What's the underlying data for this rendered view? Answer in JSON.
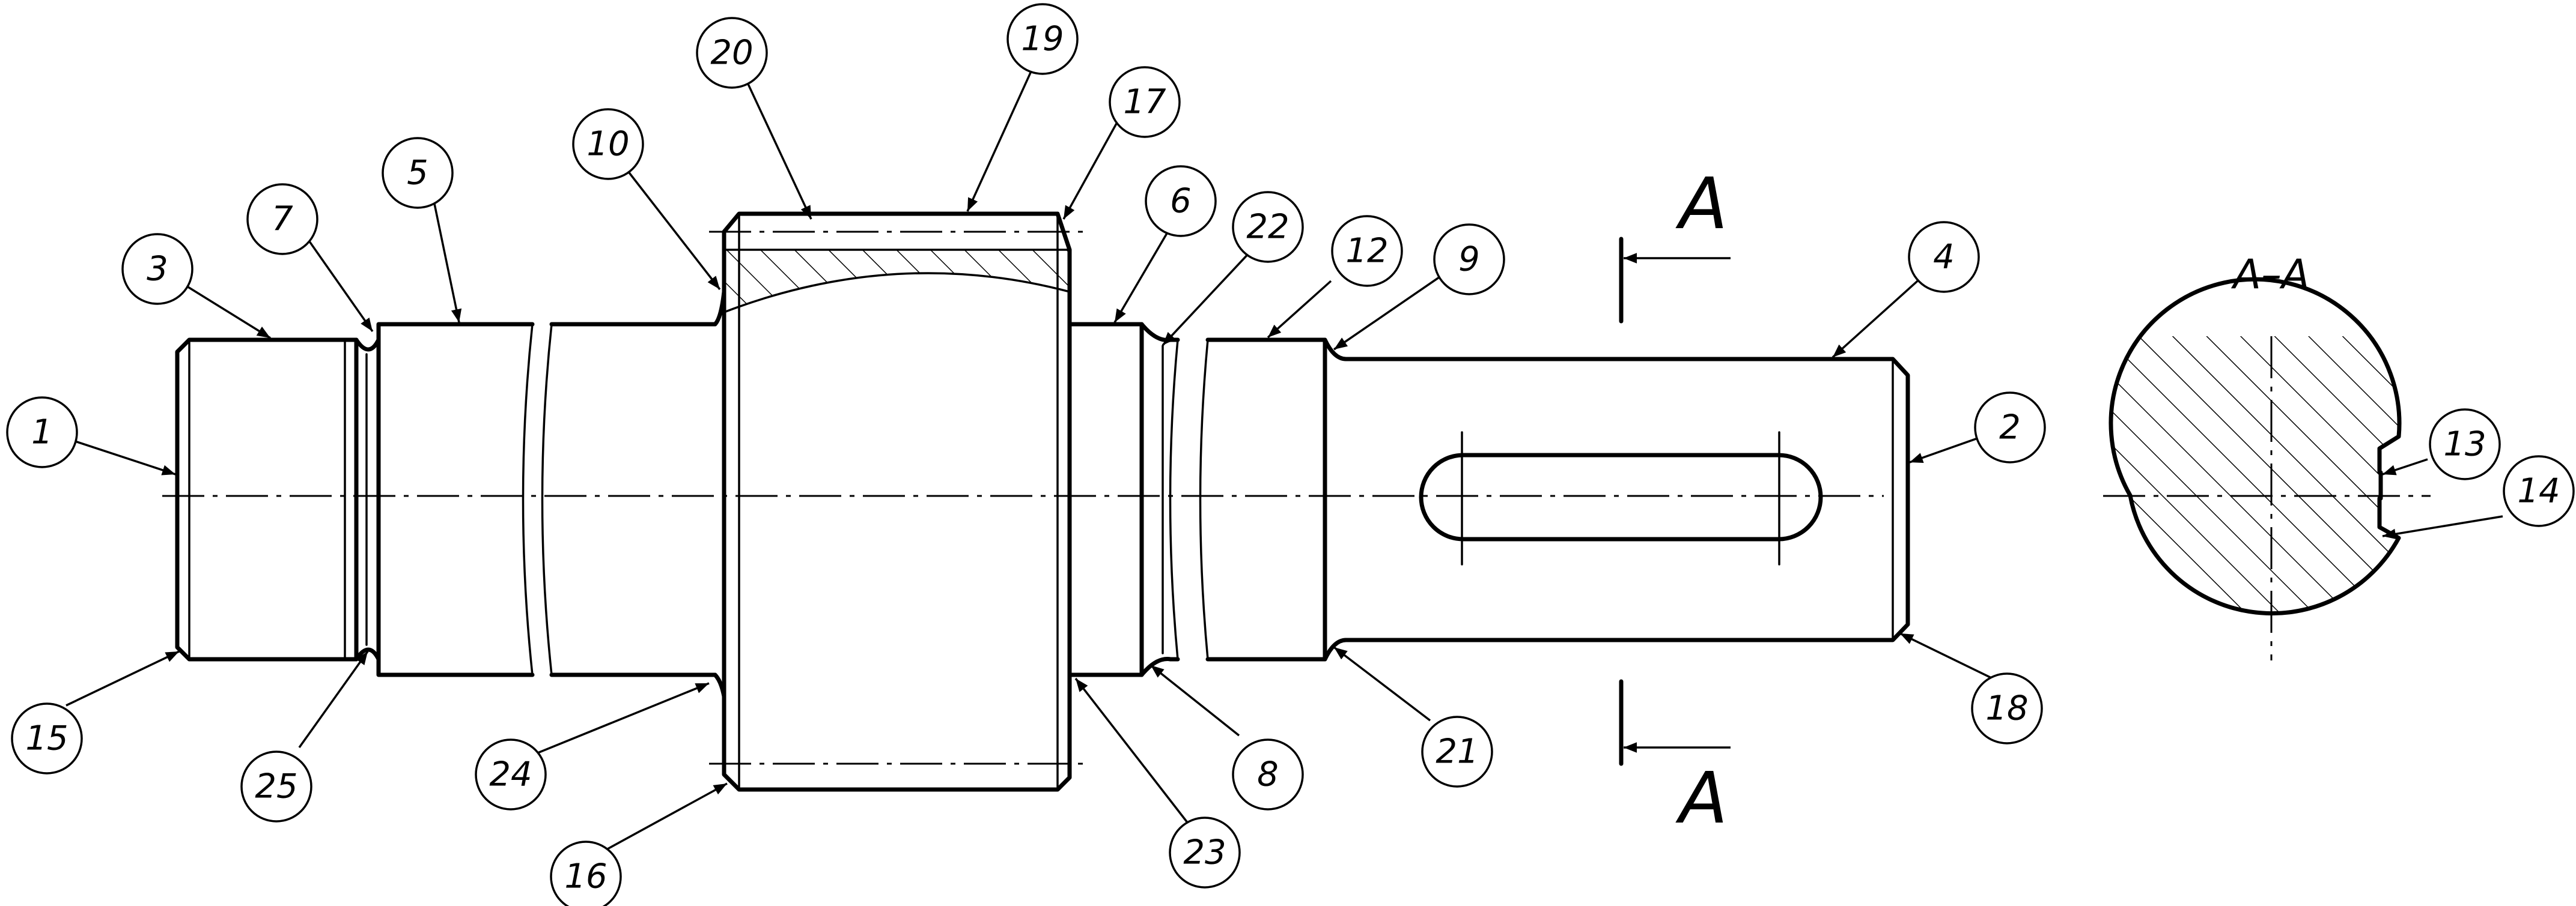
{
  "drawing": {
    "section_view_title": "A–A",
    "section_mark_top": "A",
    "section_mark_bottom": "A"
  },
  "balloons": [
    "1",
    "2",
    "3",
    "4",
    "5",
    "6",
    "7",
    "8",
    "9",
    "10",
    "12",
    "13",
    "14",
    "15",
    "16",
    "17",
    "18",
    "19",
    "20",
    "21",
    "22",
    "23",
    "24",
    "25"
  ]
}
